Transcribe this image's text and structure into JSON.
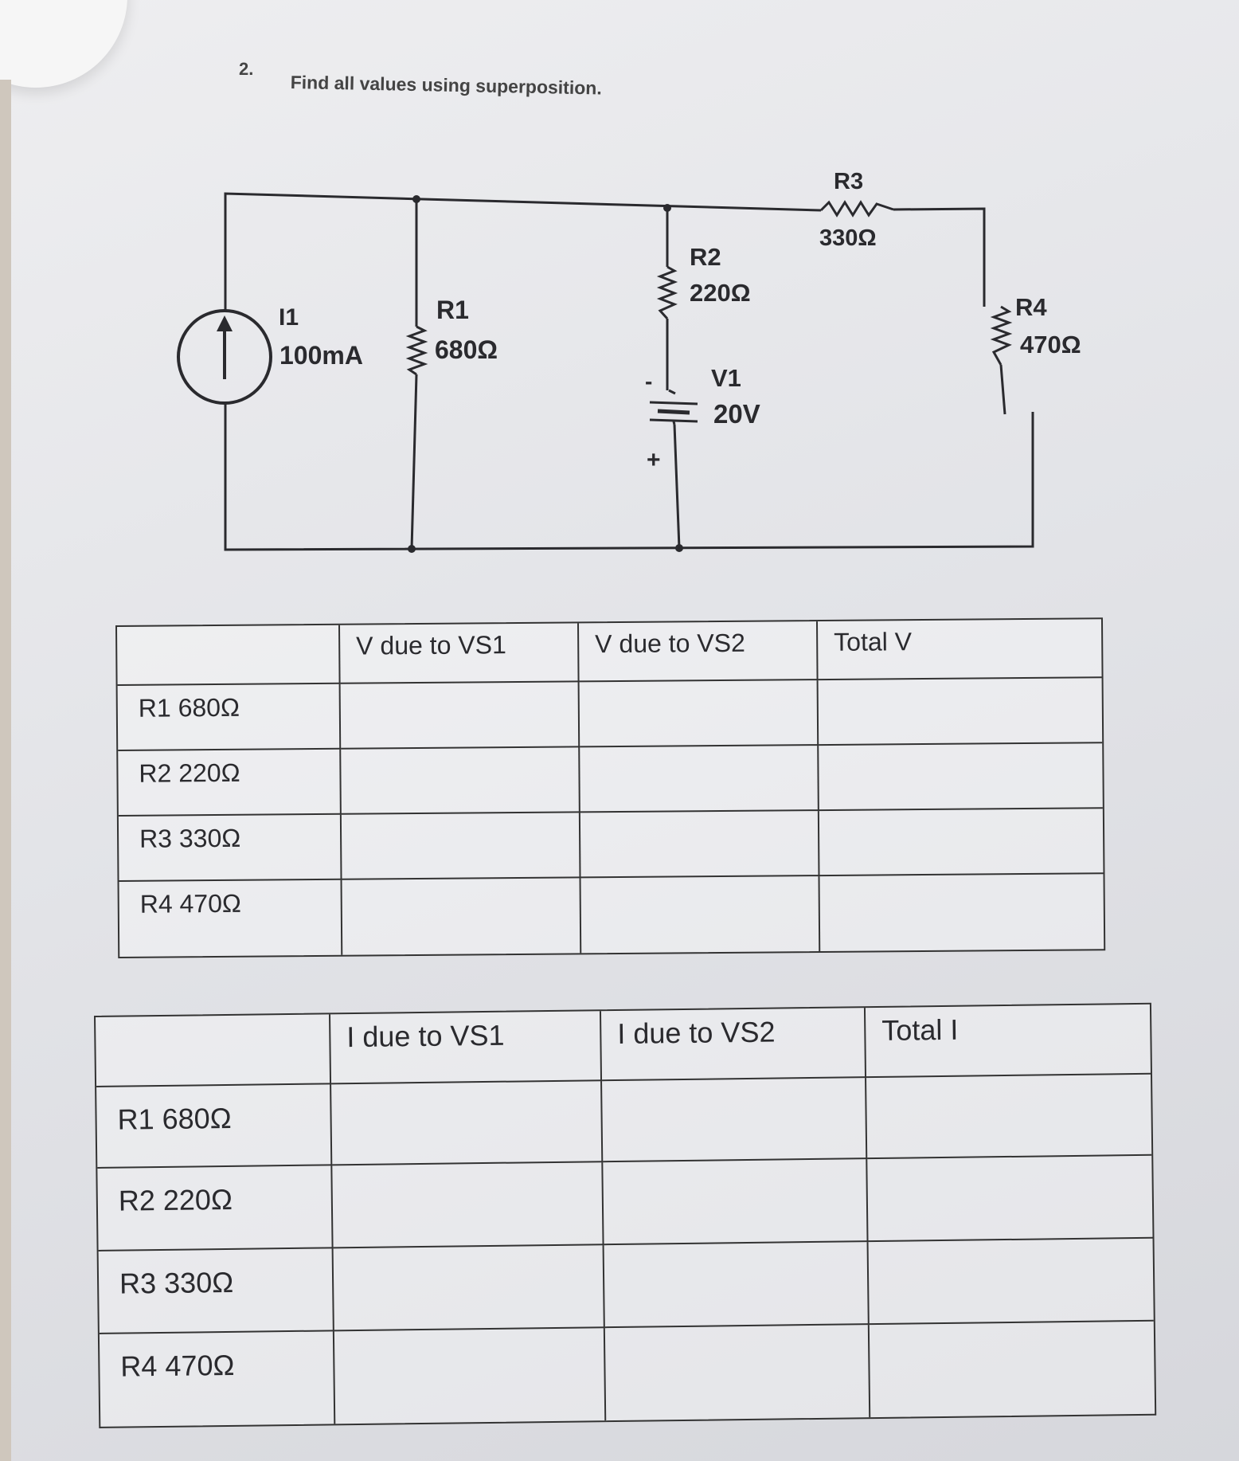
{
  "question": {
    "number": "2.",
    "text": "Find all values using superposition."
  },
  "circuit": {
    "current_source": {
      "name": "I1",
      "value": "100mA"
    },
    "r1": {
      "name": "R1",
      "value": "680Ω"
    },
    "r2": {
      "name": "R2",
      "value": "220Ω"
    },
    "r3": {
      "name": "R3",
      "value": "330Ω"
    },
    "r4": {
      "name": "R4",
      "value": "470Ω"
    },
    "voltage_source": {
      "name": "V1",
      "value": "20V",
      "minus": "-",
      "plus": "+"
    }
  },
  "voltage_table": {
    "headers": [
      "",
      "V due to VS1",
      "V due to VS2",
      "Total V"
    ],
    "rows": [
      "R1  680Ω",
      "R2  220Ω",
      "R3  330Ω",
      "R4  470Ω"
    ]
  },
  "current_table": {
    "headers": [
      "",
      "I due to VS1",
      "I due to VS2",
      "Total I"
    ],
    "rows": [
      "R1  680Ω",
      "R2  220Ω",
      "R3  330Ω",
      "R4  470Ω"
    ]
  }
}
